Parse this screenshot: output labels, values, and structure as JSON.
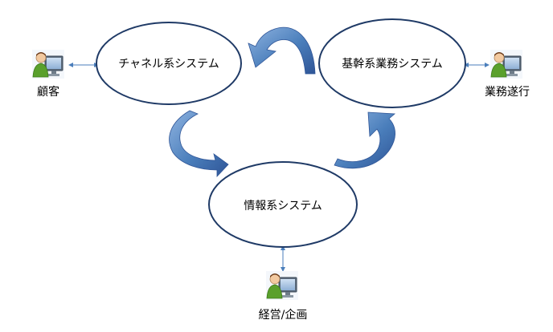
{
  "nodes": {
    "channel": {
      "label": "チャネル系システム"
    },
    "core": {
      "label": "基幹系業務システム"
    },
    "info": {
      "label": "情報系システム"
    }
  },
  "users": {
    "customer": {
      "label": "顧客",
      "icon": "user-at-computer-icon"
    },
    "operations": {
      "label": "業務遂行",
      "icon": "user-at-computer-icon"
    },
    "management": {
      "label": "経営/企画",
      "icon": "user-at-computer-icon"
    }
  },
  "colors": {
    "ellipse_stroke": "#1f3a66",
    "cycle_arrow_light": "#7ea6d8",
    "cycle_arrow_dark": "#2f5597",
    "connector": "#4a7ebb"
  }
}
